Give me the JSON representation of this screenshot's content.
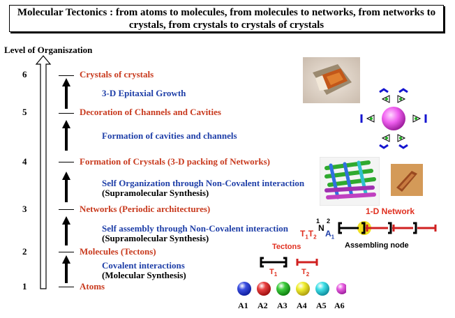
{
  "title": "Molecular Tectonics : from atoms to molecules, from molecules to networks, from networks to crystals, from crystals to crystals of crystals",
  "axis_title": "Level of Organiszation",
  "levels": [
    {
      "num": "6",
      "label": "Crystals of crystals"
    },
    {
      "num": "5",
      "label": "Decoration of Channels and Cavities"
    },
    {
      "num": "4",
      "label": "Formation of Crystals (3-D packing of Networks)"
    },
    {
      "num": "3",
      "label": "Networks (Periodic architectures)"
    },
    {
      "num": "2",
      "label": "Molecules (Tectons)"
    },
    {
      "num": "1",
      "label": "Atoms"
    }
  ],
  "transitions": [
    {
      "main": "3-D Epitaxial Growth",
      "sub": ""
    },
    {
      "main": "Formation of cavities and channels",
      "sub": ""
    },
    {
      "main": "Self Organization through Non-Covalent interaction",
      "sub": "(Supramolecular Synthesis)"
    },
    {
      "main": "Self assembly through Non-Covalent interaction",
      "sub": "(Supramolecular Synthesis)"
    },
    {
      "main": "Covalent interactions",
      "sub": "(Molecular Synthesis)"
    }
  ],
  "network": {
    "title": "1-D Network",
    "node_label": "Assembling node",
    "formula_sup1": "1",
    "formula_sup2": "2",
    "formula_N": "N",
    "formula_T": "T",
    "formula_A": "A"
  },
  "tectons": {
    "title": "Tectons",
    "t1": "T1",
    "t2": "T2"
  },
  "atoms": [
    {
      "label": "A1",
      "color": "#3a4ee0"
    },
    {
      "label": "A2",
      "color": "#e84040"
    },
    {
      "label": "A3",
      "color": "#3ecc3e"
    },
    {
      "label": "A4",
      "color": "#f0ee30"
    },
    {
      "label": "A5",
      "color": "#40e0e8"
    },
    {
      "label": "A6",
      "color": "#e860e0"
    }
  ],
  "colors": {
    "accent_red": "#c83a1e",
    "accent_blue": "#1f3fa8"
  }
}
